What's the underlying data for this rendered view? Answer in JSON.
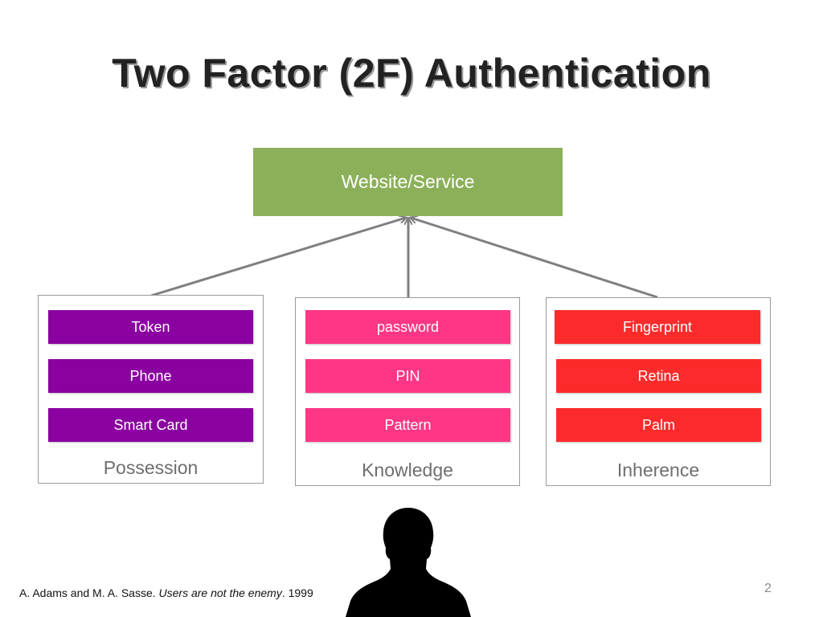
{
  "title": "Two Factor (2F) Authentication",
  "service": {
    "label": "Website/Service"
  },
  "groups": [
    {
      "label": "Possession",
      "items": [
        "Token",
        "Phone",
        "Smart Card"
      ]
    },
    {
      "label": "Knowledge",
      "items": [
        "password",
        "PIN",
        "Pattern"
      ]
    },
    {
      "label": "Inherence",
      "items": [
        "Fingerprint",
        "Retina",
        "Palm"
      ]
    }
  ],
  "citation": {
    "authors": "A. Adams and M. A. Sasse.",
    "work": "Users are not the enemy",
    "year": ". 1999"
  },
  "page_number": "2",
  "colors": {
    "service": "#8cb05a",
    "possession": "#8b00a0",
    "knowledge": "#fd3785",
    "inherence": "#fc2b2b"
  },
  "icons": {
    "person": "person-silhouette-icon"
  }
}
